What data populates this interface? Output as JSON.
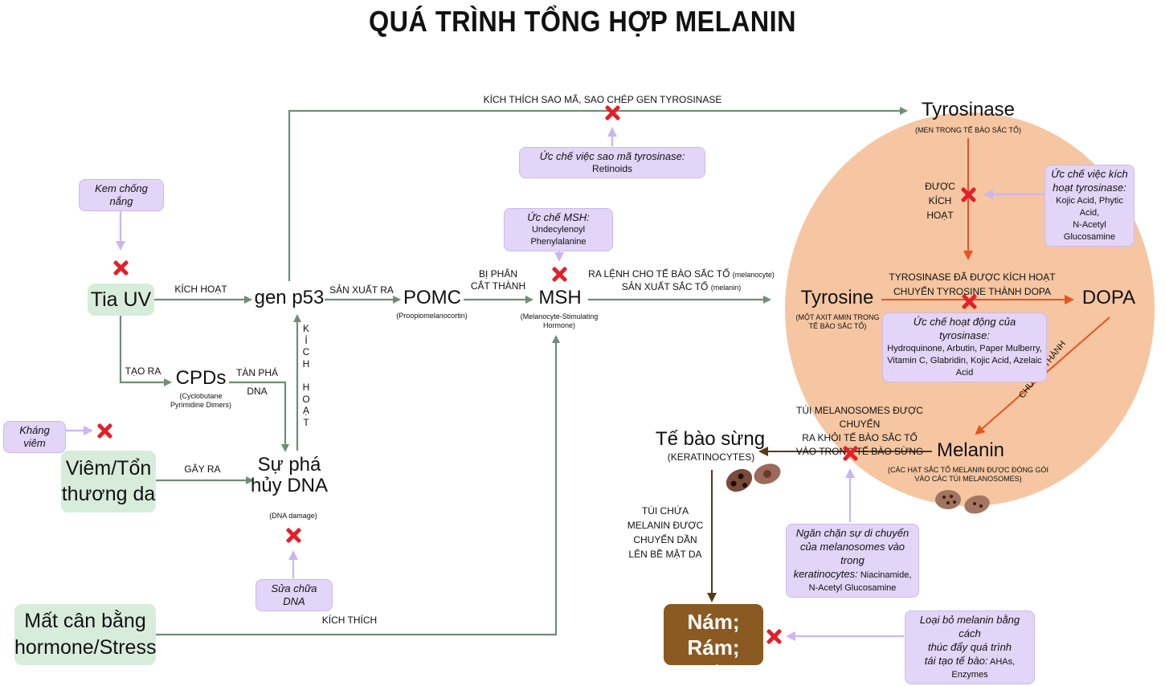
{
  "title": "QUÁ TRÌNH TỔNG HỢP MELANIN",
  "colors": {
    "green_box": "#d8ecdc",
    "purple_box": "#e3d5f7",
    "circle": "#f5c6a1",
    "arrow_green": "#6f8d7a",
    "arrow_orange": "#e8531f",
    "arrow_purple": "#cbb6f0",
    "arrow_brown": "#5a3a12",
    "x_red": "#e2202a",
    "result_box": "#8a5a22"
  },
  "sources": {
    "tia_uv": "Tia UV",
    "viem_1": "Viêm/Tổn",
    "viem_2": "thương da",
    "hormone_1": "Mất cân bằng",
    "hormone_2": "hormone/Stress"
  },
  "nodes": {
    "gen_p53": "gen p53",
    "cpds": "CPDs",
    "cpds_sub_1": "(Cyclobutane",
    "cpds_sub_2": "Pyrimidine Dimers)",
    "dna_1": "Sự phá",
    "dna_2": "hủy DNA",
    "dna_sub": "(DNA damage)",
    "pomc": "POMC",
    "pomc_sub": "(Proopiomelanocortin)",
    "msh": "MSH",
    "msh_sub_1": "(Melanocyte-Stimulating",
    "msh_sub_2": "Hormone)",
    "tyrosinase": "Tyrosinase",
    "tyrosinase_sub": "(MEN TRONG TẾ BÀO SẮC TỐ)",
    "tyrosine": "Tyrosine",
    "tyrosine_sub_1": "(MỘT AXIT AMIN TRONG",
    "tyrosine_sub_2": "TẾ BÀO SẮC TỐ)",
    "dopa": "DOPA",
    "melanin": "Melanin",
    "melanin_sub_1": "(CÁC HẠT SẮC TỐ MELANIN ĐƯỢC ĐÓNG GÓI",
    "melanin_sub_2": "VÀO CÁC TÚI MELANOSOMES)",
    "keratin": "Tế bào sừng",
    "keratin_sub": "(KERATINOCYTES)",
    "result_1": "Nám; Rám;",
    "result_2": "Thâm"
  },
  "labels": {
    "kich_hoat": "KÍCH HOẠT",
    "san_xuat_ra": "SẢN XUẤT RA",
    "bi_phan_1": "BỊ PHÂN",
    "bi_phan_2": "CẮT THÀNH",
    "ra_lenh_1": "RA LỆNH CHO TẾ BÀO SẮC TỐ",
    "ra_lenh_1_small": "(melanocyte)",
    "ra_lenh_2": "SẢN XUẤT SẮC TỐ",
    "ra_lenh_2_small": "(melanin)",
    "kich_thich_sao_ma": "KÍCH THÍCH SAO MÃ, SAO CHÉP GEN TYROSINASE",
    "tao_ra": "TẠO RA",
    "tan_pha_1": "TÀN PHÁ",
    "tan_pha_2": "DNA",
    "gay_ra": "GÂY RA",
    "vertical_kich_hoat": [
      "K",
      "Í",
      "C",
      "H",
      "",
      "H",
      "O",
      "Ạ",
      "T"
    ],
    "kich_thich": "KÍCH THÍCH",
    "duoc_1": "ĐƯỢC",
    "duoc_2": "KÍCH",
    "duoc_3": "HOẠT",
    "tyr_activated_1": "TYROSINASE ĐÃ ĐƯỢC KÍCH HOẠT",
    "tyr_activated_2": "CHUYỂN TYROSINE THÀNH DOPA",
    "chuyen_thanh": "CHUYỂN THÀNH",
    "tui_1": "TÚI MELANOSOMES ĐƯỢC CHUYỂN",
    "tui_2": "RA KHỎI TẾ BÀO SẮC TỐ",
    "tui_3": "VÀO TRONG TẾ BÀO SỪNG",
    "tui_chua_1": "TÚI CHỨA",
    "tui_chua_2": "MELANIN ĐƯỢC",
    "tui_chua_3": "CHUYỂN DẦN",
    "tui_chua_4": "LÊN BỀ MẶT DA"
  },
  "inhibitors": {
    "kem": "Kem chống nắng",
    "khang_viem": "Kháng viêm",
    "sua_dna": "Sửa chữa DNA",
    "retinoids_i": "Ức chế việc sao mã tyrosinase:",
    "retinoids": "Retinoids",
    "msh_i": "Ức chế MSH:",
    "msh": "Undecylenoyl Phenylalanine",
    "tyr_act_i_1": "Ức chế việc kích",
    "tyr_act_i_2": "hoạt tyrosinase:",
    "tyr_act_1": "Kojic Acid, Phytic Acid,",
    "tyr_act_2": "N-Acetyl Glucosamine",
    "tyr_op_i": "Ức chế hoạt động của tyrosinase:",
    "tyr_op_1": "Hydroquinone, Arbutin, Paper Mulberry,",
    "tyr_op_2": "Vitamin C, Glabridin, Kojic Acid, Azelaic Acid",
    "transfer_i_1": "Ngăn chặn sự di chuyển",
    "transfer_i_2": "của melanosomes vào trong",
    "transfer_i_3": "keratinocytes:",
    "transfer_1": "Niacinamide,",
    "transfer_2": "N-Acetyl Glucosamine",
    "remove_i_1": "Loại bỏ melanin bằng cách",
    "remove_i_2": "thúc đẩy quá trình",
    "remove_i_3": "tái tạo tế bào:",
    "remove": "AHAs, Enzymes"
  }
}
